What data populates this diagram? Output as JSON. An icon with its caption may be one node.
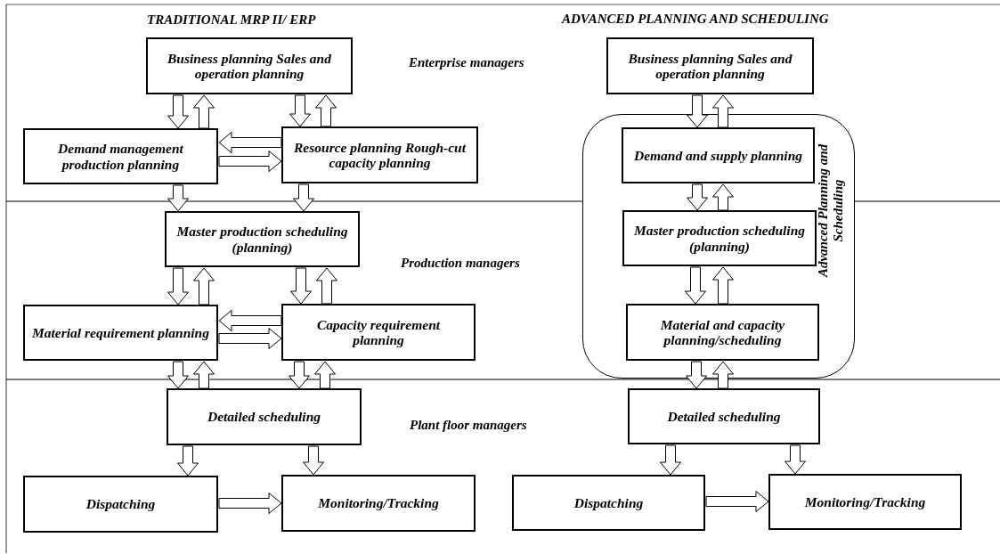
{
  "diagram": {
    "nodes": [
      {
        "text": [
          "Business planning Sales and operation planning"
        ]
      },
      {
        "text": [
          "Demand management production planning"
        ]
      },
      {
        "text": [
          "Resource planning Rough-cut capacity planning"
        ]
      },
      {
        "text": [
          "Master production scheduling (planning)"
        ]
      },
      {
        "text": [
          "Material requirement planning"
        ]
      },
      {
        "text": [
          "Capacity requirement planning"
        ]
      },
      {
        "text": [
          "Detailed scheduling"
        ]
      },
      {
        "text": [
          "Dispatching"
        ]
      },
      {
        "text": [
          "Monitoring/Tracking"
        ]
      },
      {
        "text": [
          "Business planning Sales and operation planning"
        ]
      },
      {
        "text": [
          "Advanced Planning and Scheduling"
        ]
      },
      {
        "text": [
          "Demand and supply planning"
        ],
        "in": 10
      },
      {
        "text": [
          "Master production scheduling (planning)"
        ],
        "in": 10
      },
      {
        "text": [
          "Material and capacity planning/scheduling"
        ],
        "in": 10
      },
      {
        "text": [
          "Detailed scheduling"
        ]
      },
      {
        "text": [
          "Dispatching"
        ]
      },
      {
        "text": [
          "Monitoring/Tracking"
        ]
      }
    ],
    "edges": [
      {
        "from": 0,
        "to": 1,
        "arrow": "to"
      },
      {
        "from": 1,
        "to": 0,
        "arrow": "to"
      },
      {
        "from": 0,
        "to": 2,
        "arrow": "to"
      },
      {
        "from": 2,
        "to": 0,
        "arrow": "to"
      },
      {
        "from": 2,
        "to": 1,
        "arrow": "to"
      },
      {
        "from": 1,
        "to": 2,
        "arrow": "to"
      },
      {
        "from": 1,
        "to": 3,
        "arrow": "to"
      },
      {
        "from": 2,
        "to": 3,
        "arrow": "to"
      },
      {
        "from": 3,
        "to": 4,
        "arrow": "to"
      },
      {
        "from": 4,
        "to": 3,
        "arrow": "to"
      },
      {
        "from": 3,
        "to": 5,
        "arrow": "to"
      },
      {
        "from": 5,
        "to": 3,
        "arrow": "to"
      },
      {
        "from": 5,
        "to": 4,
        "arrow": "to"
      },
      {
        "from": 4,
        "to": 5,
        "arrow": "to"
      },
      {
        "from": 4,
        "to": 6,
        "arrow": "to"
      },
      {
        "from": 6,
        "to": 4,
        "arrow": "to"
      },
      {
        "from": 5,
        "to": 6,
        "arrow": "to"
      },
      {
        "from": 6,
        "to": 5,
        "arrow": "to"
      },
      {
        "from": 6,
        "to": 7,
        "arrow": "to"
      },
      {
        "from": 6,
        "to": 8,
        "arrow": "to"
      },
      {
        "from": 7,
        "to": 8,
        "arrow": "to"
      },
      {
        "from": 9,
        "to": 11,
        "arrow": "to"
      },
      {
        "from": 11,
        "to": 9,
        "arrow": "to"
      },
      {
        "from": 11,
        "to": 12,
        "arrow": "to"
      },
      {
        "from": 12,
        "to": 11,
        "arrow": "to"
      },
      {
        "from": 12,
        "to": 13,
        "arrow": "to"
      },
      {
        "from": 13,
        "to": 12,
        "arrow": "to"
      },
      {
        "from": 13,
        "to": 14,
        "arrow": "to"
      },
      {
        "from": 14,
        "to": 13,
        "arrow": "to"
      },
      {
        "from": 14,
        "to": 15,
        "arrow": "to"
      },
      {
        "from": 14,
        "to": 16,
        "arrow": "to"
      },
      {
        "from": 15,
        "to": 16,
        "arrow": "to"
      }
    ],
    "labels": [
      "TRADITIONAL MRP II/ ERP",
      "ADVANCED PLANNING AND SCHEDULING",
      "Enterprise managers",
      "Production managers",
      "Plant floor managers"
    ]
  }
}
